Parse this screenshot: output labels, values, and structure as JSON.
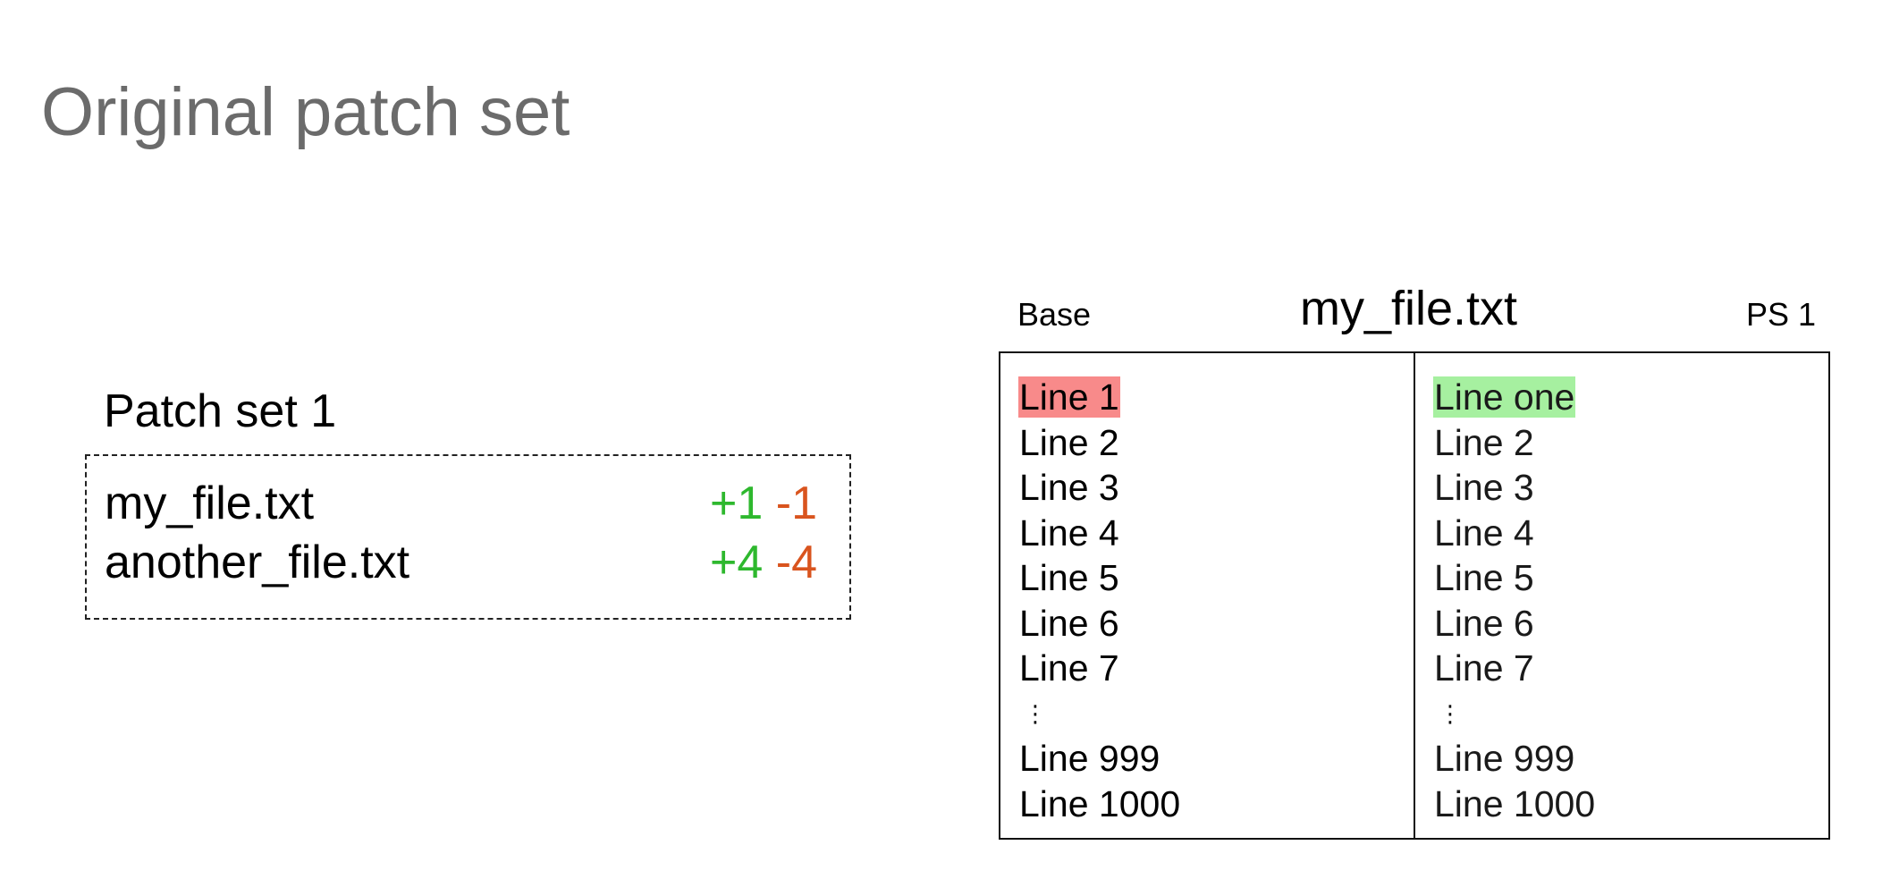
{
  "page": {
    "title": "Original patch set"
  },
  "patch_set": {
    "heading": "Patch set 1",
    "files": [
      {
        "name": "my_file.txt",
        "added": "+1",
        "removed": "-1"
      },
      {
        "name": "another_file.txt",
        "added": "+4",
        "removed": "-4"
      }
    ]
  },
  "diff": {
    "file_title": "my_file.txt",
    "left_label": "Base",
    "right_label": "PS 1",
    "left_lines": [
      "Line 1",
      "Line 2",
      "Line 3",
      "Line 4",
      "Line 5",
      "Line 6",
      "Line 7",
      "⋮",
      "Line 999",
      "Line 1000"
    ],
    "right_lines": [
      "Line one",
      "Line 2",
      "Line 3",
      "Line 4",
      "Line 5",
      "Line 6",
      "Line 7",
      "⋮",
      "Line 999",
      "Line 1000"
    ]
  },
  "colors": {
    "added_text": "#2eb82e",
    "removed_text": "#d9541e",
    "removed_highlight": "#f88a8a",
    "added_highlight": "#a6f0a0",
    "title_gray": "#6b6b6b"
  }
}
